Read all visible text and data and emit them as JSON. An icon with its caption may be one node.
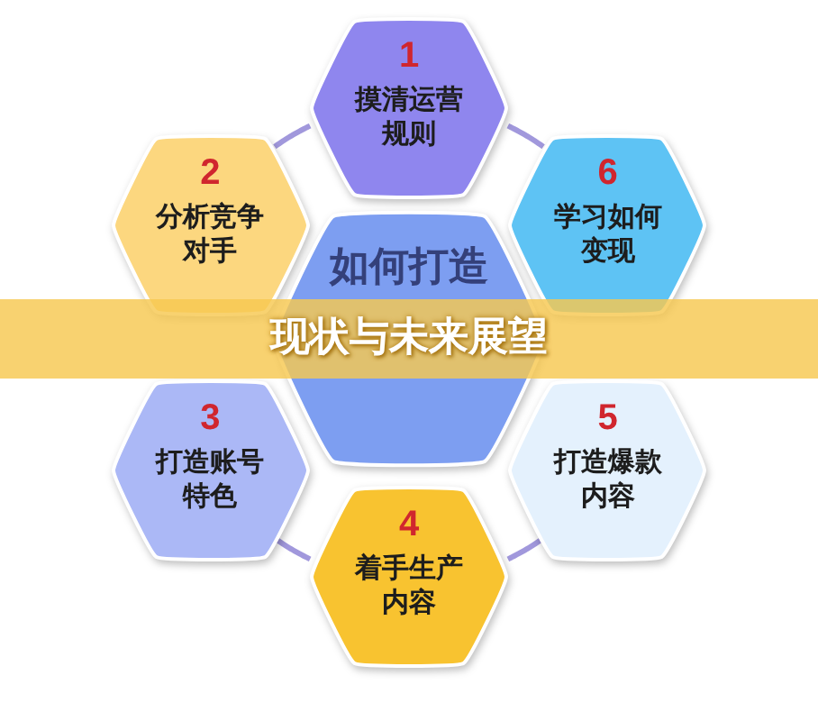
{
  "diagram": {
    "title": "现状与未来展望",
    "nodes": [
      {
        "text": [
          "1",
          "摸清运营规则"
        ]
      },
      {
        "text": [
          "2",
          "分析竞争对手"
        ]
      },
      {
        "text": [
          "6",
          "学习如何变现"
        ]
      },
      {
        "text": [
          "如何打造"
        ]
      },
      {
        "text": [
          "3",
          "打造账号特色"
        ]
      },
      {
        "text": [
          "5",
          "打造爆款内容"
        ]
      },
      {
        "text": [
          "4",
          "着手生产内容"
        ]
      }
    ],
    "edges": [
      {
        "from": 0,
        "to": 1,
        "arrow": "none"
      },
      {
        "from": 0,
        "to": 2,
        "arrow": "none"
      },
      {
        "from": 4,
        "to": 6,
        "arrow": "none"
      },
      {
        "from": 5,
        "to": 6,
        "arrow": "none"
      }
    ]
  }
}
